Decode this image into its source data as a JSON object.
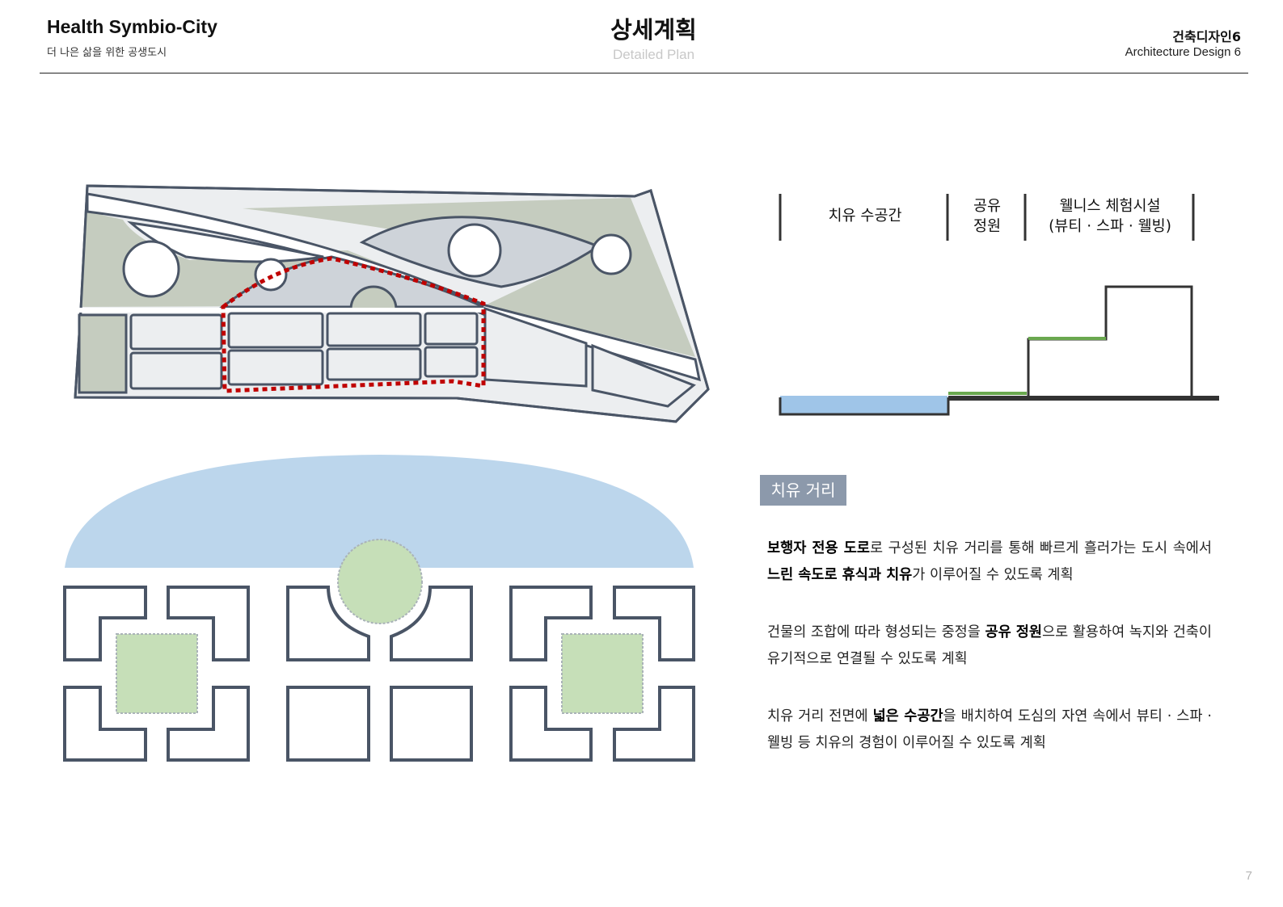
{
  "header": {
    "title": "Health Symbio-City",
    "subtitle": "더 나은 삶을 위한 공생도시",
    "page_title": "상세계획",
    "page_subtitle": "Detailed Plan",
    "course": "건축디자인6",
    "course_en": "Architecture  Design 6"
  },
  "section": {
    "labels": [
      {
        "line1": "치유 수공간",
        "line2": ""
      },
      {
        "line1": "공유",
        "line2": "정원"
      },
      {
        "line1": "웰니스 체험시설",
        "line2": "(뷰티 · 스파 · 웰빙)"
      }
    ]
  },
  "tag": "치유 거리",
  "paragraphs": [
    {
      "parts": [
        {
          "text": "보행자 전용 도로",
          "bold": true
        },
        {
          "text": "로 구성된 치유 거리를 통해 빠르게 흘러가는 도시 속에서 ",
          "bold": false
        },
        {
          "text": "느린 속도로 휴식과 치유",
          "bold": true
        },
        {
          "text": "가 이루어질 수 있도록 계획",
          "bold": false
        }
      ]
    },
    {
      "parts": [
        {
          "text": "건물의 조합에 따라 형성되는 중정을 ",
          "bold": false
        },
        {
          "text": "공유 정원",
          "bold": true
        },
        {
          "text": "으로 활용하여 녹지와 건축이 유기적으로 연결될 수 있도록 계획",
          "bold": false
        }
      ]
    },
    {
      "parts": [
        {
          "text": "치유 거리 전면에 ",
          "bold": false
        },
        {
          "text": "넓은 수공간",
          "bold": true
        },
        {
          "text": "을 배치하여 도심의 자연 속에서 뷰티 · 스파 · 웰빙 등 치유의 경험이 이루어질 수 있도록 계획",
          "bold": false
        }
      ]
    }
  ],
  "page_number": "7",
  "colors": {
    "outline": "#4a5566",
    "green_area": "#c5ccbf",
    "blue_green": "#ced3d9",
    "block_fill": "#eceef0",
    "water": "#bcd6ec",
    "garden": "#c6dfb8",
    "highlight": "#c00000",
    "roof_green": "#6aa84f"
  }
}
